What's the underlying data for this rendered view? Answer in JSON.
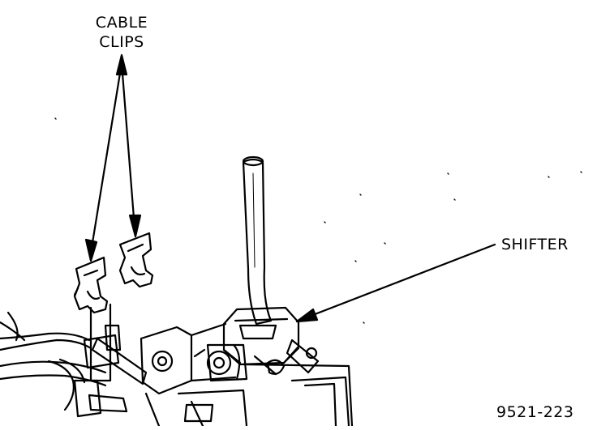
{
  "labels": {
    "cable_clips_line1": "CABLE",
    "cable_clips_line2": "CLIPS",
    "shifter": "SHIFTER",
    "figure_number": "9521-223"
  }
}
